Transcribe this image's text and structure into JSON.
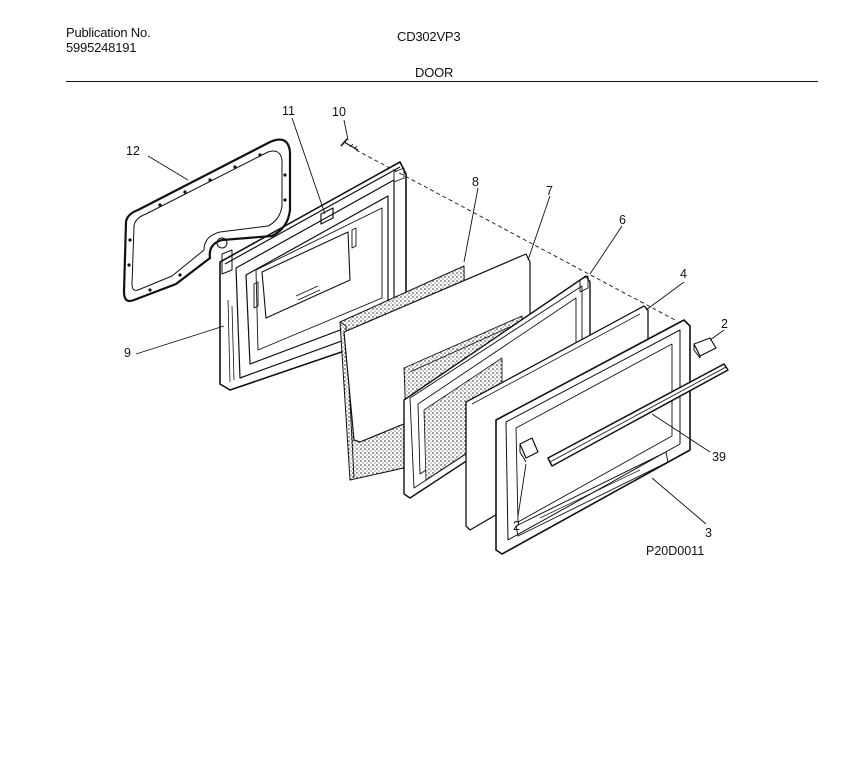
{
  "header": {
    "publication_label": "Publication No.",
    "publication_number": "5995248191",
    "model": "CD302VP3",
    "section": "DOOR"
  },
  "callouts": [
    "12",
    "11",
    "10",
    "8",
    "7",
    "6",
    "4",
    "2",
    "9",
    "39",
    "2",
    "3"
  ],
  "figure_code": "P20D0011"
}
